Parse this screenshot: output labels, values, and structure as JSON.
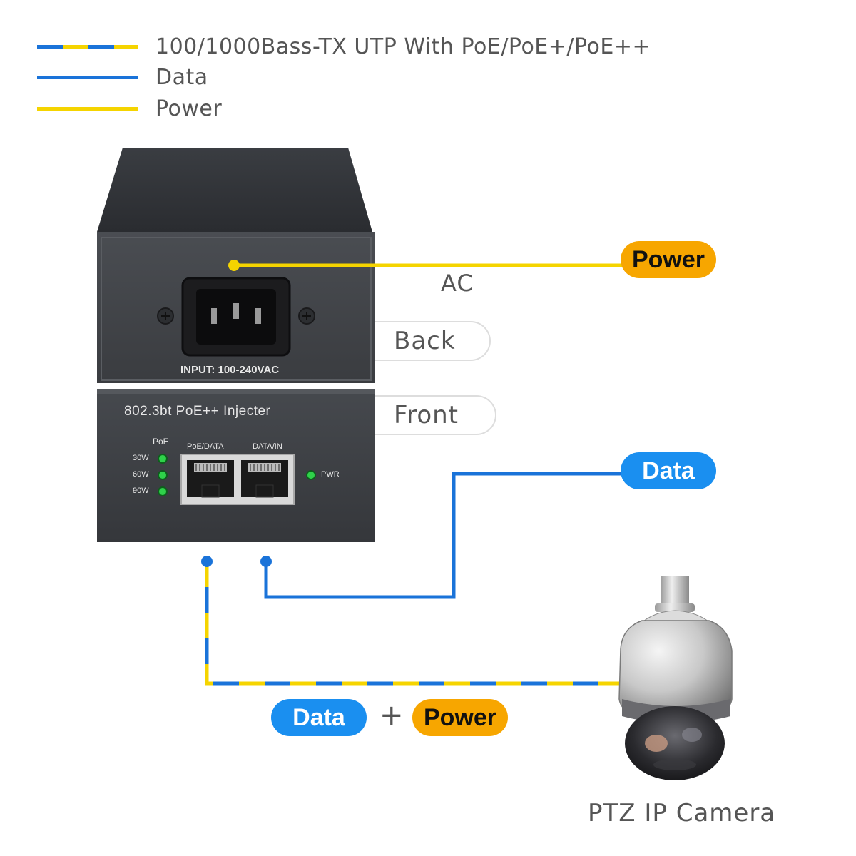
{
  "legend": [
    {
      "label": "100/1000Bass-TX UTP With PoE/PoE+/PoE++",
      "style": "mixed"
    },
    {
      "label": "Data",
      "style": "data"
    },
    {
      "label": "Power",
      "style": "power"
    }
  ],
  "colors": {
    "data": "#1a73d9",
    "power": "#f5d400",
    "power_pill": "#f7a600",
    "data_pill": "#1a8ff0"
  },
  "device": {
    "input_label": "INPUT: 100-240VAC",
    "model_label": "802.3bt PoE++ Injecter",
    "poe_label": "PoE",
    "led_30w": "30W",
    "led_60w": "60W",
    "led_90w": "90W",
    "port1_label": "PoE/DATA",
    "port2_label": "DATA/IN",
    "pwr_label": "PWR"
  },
  "labels": {
    "power_pill": "Power",
    "ac": "AC",
    "back": "Back",
    "front": "Front",
    "data_pill": "Data",
    "bottom_data": "Data",
    "plus": "+",
    "bottom_power": "Power",
    "camera": "PTZ IP Camera"
  }
}
